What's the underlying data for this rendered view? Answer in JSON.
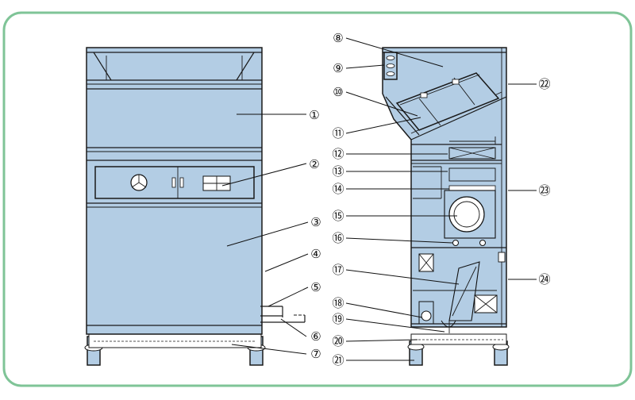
{
  "frame_color": "#7fc497",
  "fill_color": "#b3cde4",
  "callouts": [
    {
      "id": 1,
      "text": "①"
    },
    {
      "id": 2,
      "text": "②"
    },
    {
      "id": 3,
      "text": "③"
    },
    {
      "id": 4,
      "text": "④"
    },
    {
      "id": 5,
      "text": "⑤"
    },
    {
      "id": 6,
      "text": "⑥"
    },
    {
      "id": 7,
      "text": "⑦"
    },
    {
      "id": 8,
      "text": "⑧"
    },
    {
      "id": 9,
      "text": "⑨"
    },
    {
      "id": 10,
      "text": "⑩"
    },
    {
      "id": 11,
      "text": "⑪"
    },
    {
      "id": 12,
      "text": "⑫"
    },
    {
      "id": 13,
      "text": "⑬"
    },
    {
      "id": 14,
      "text": "⑭"
    },
    {
      "id": 15,
      "text": "⑮"
    },
    {
      "id": 16,
      "text": "⑯"
    },
    {
      "id": 17,
      "text": "⑰"
    },
    {
      "id": 18,
      "text": "⑱"
    },
    {
      "id": 19,
      "text": "⑲"
    },
    {
      "id": 20,
      "text": "⑳"
    },
    {
      "id": 21,
      "text": "㉑"
    },
    {
      "id": 22,
      "text": "㉒"
    },
    {
      "id": 23,
      "text": "㉓"
    },
    {
      "id": 24,
      "text": "㉔"
    }
  ]
}
